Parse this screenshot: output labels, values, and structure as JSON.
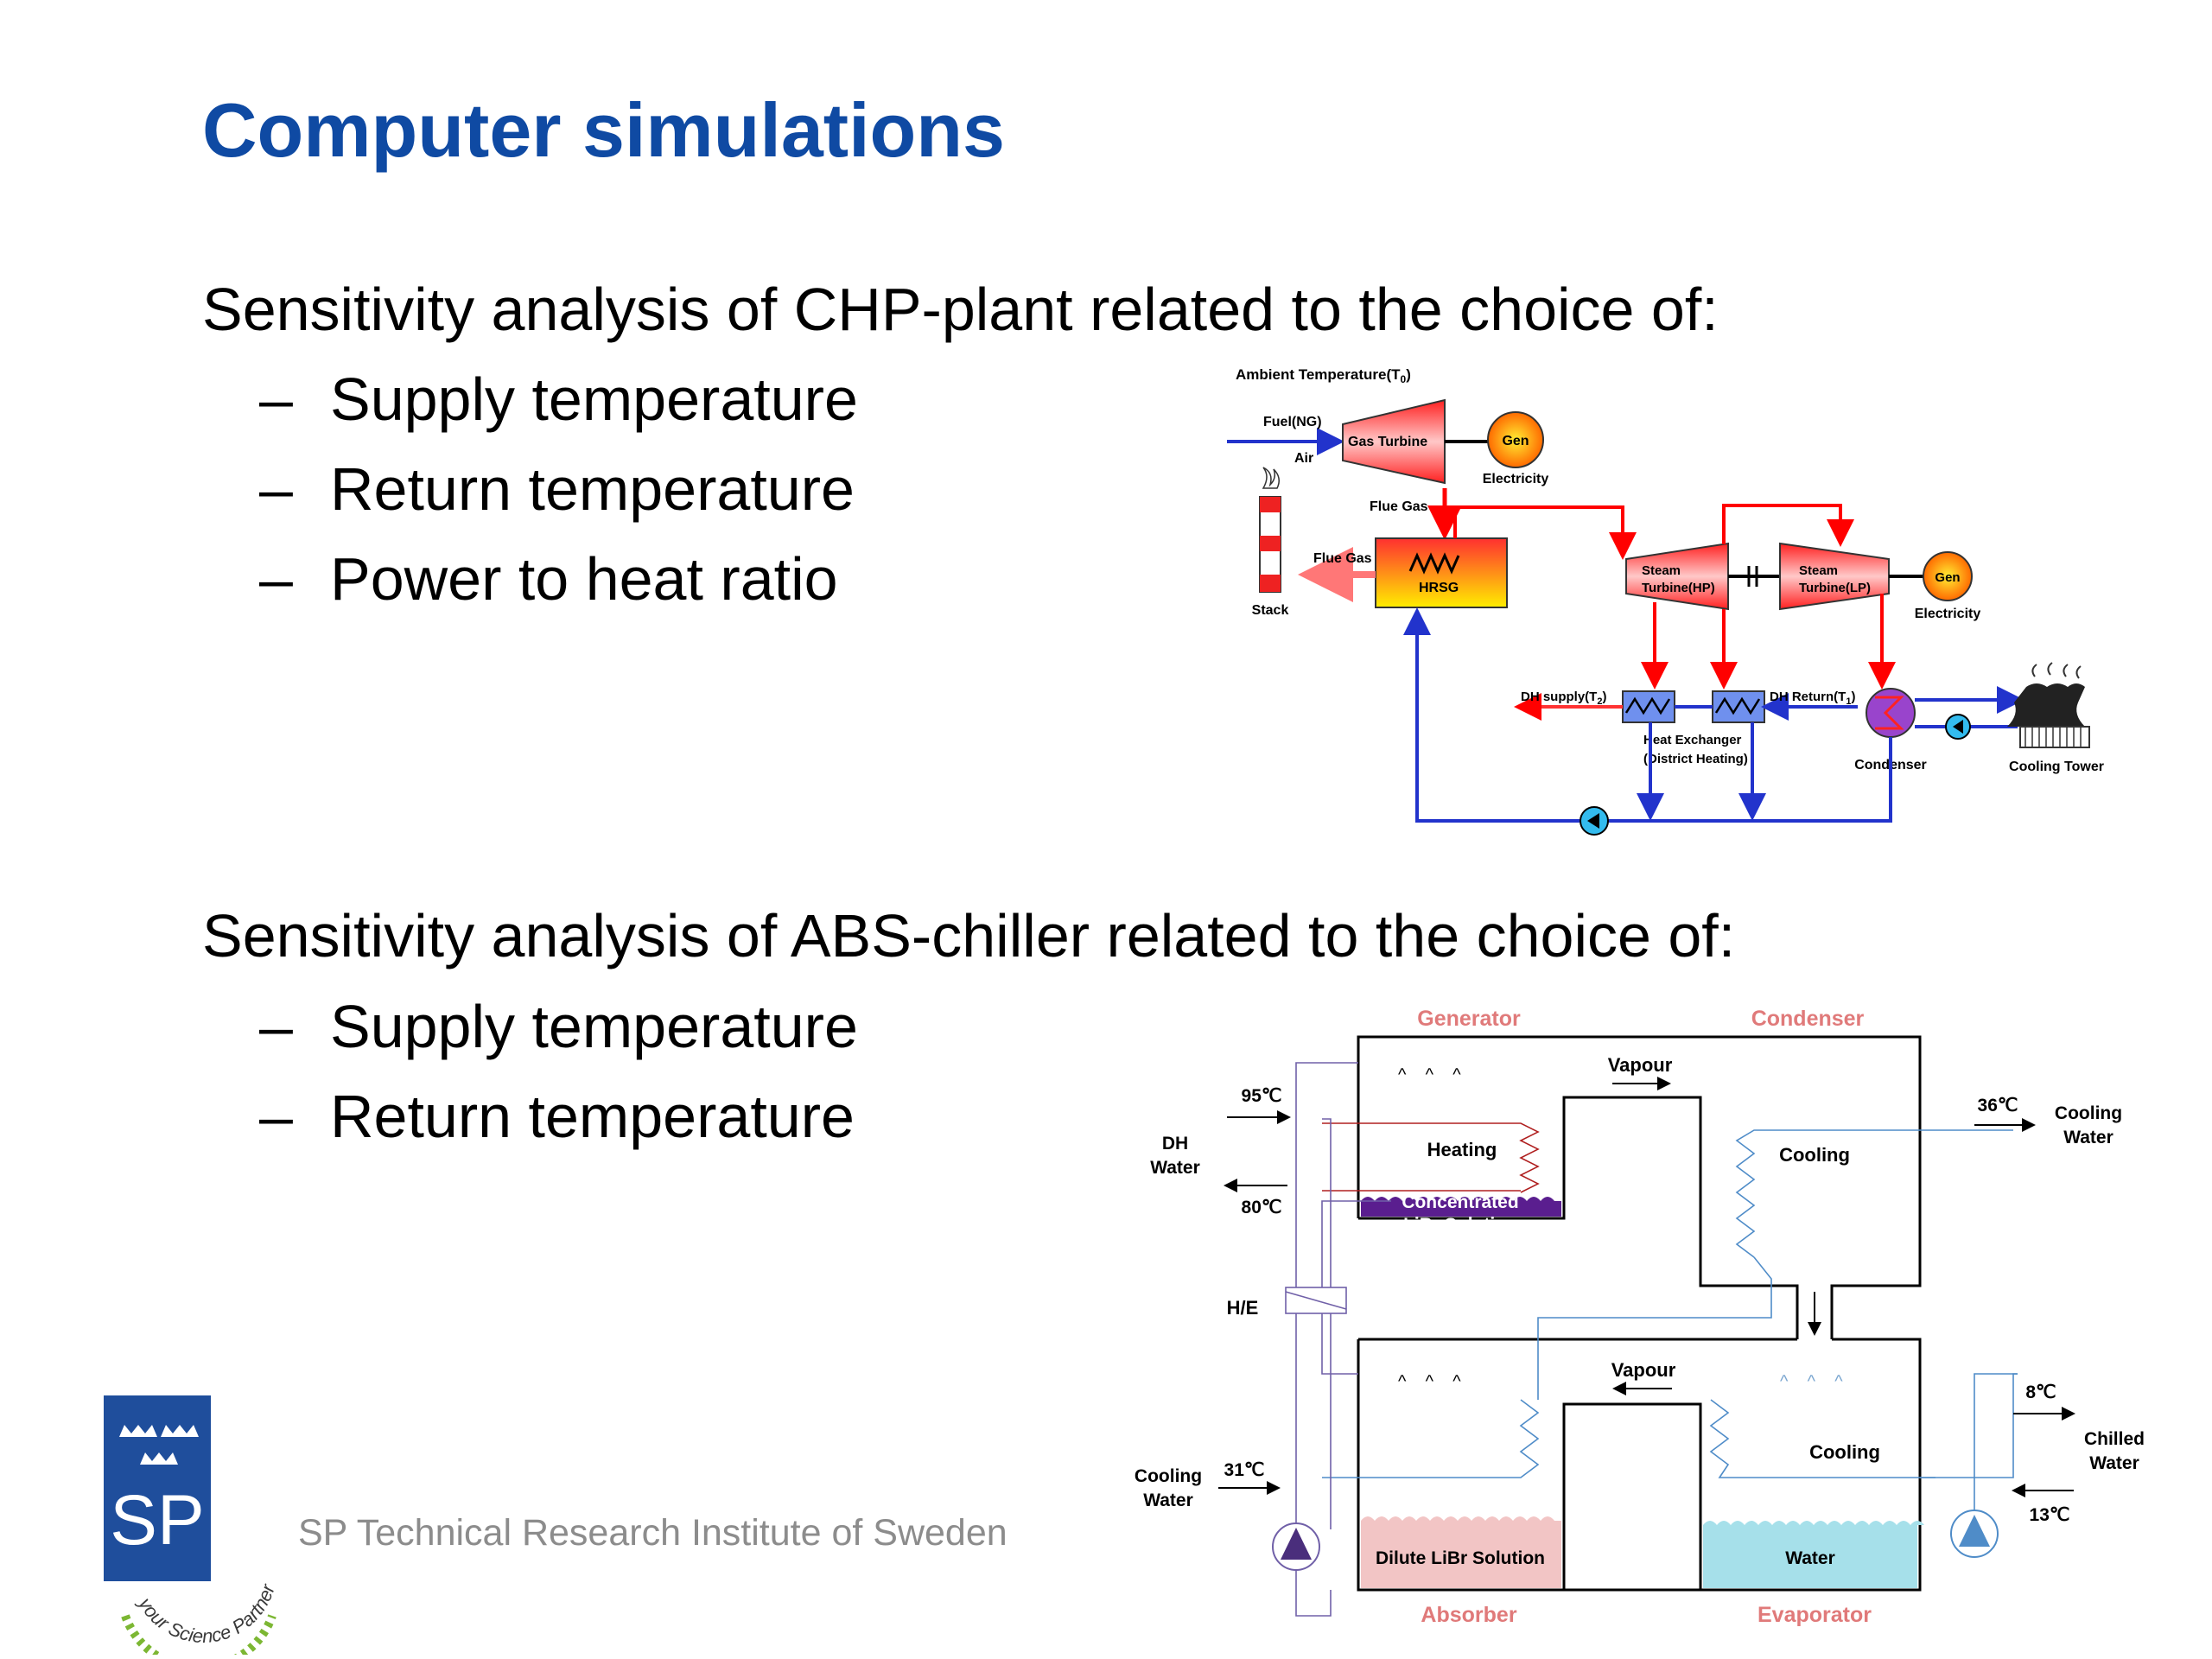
{
  "title": "Computer simulations",
  "chp": {
    "heading": "Sensitivity analysis of CHP-plant related to the choice of:",
    "items": [
      "Supply temperature",
      "Return temperature",
      "Power to heat ratio"
    ],
    "diagram": {
      "ambient": "Ambient Temperature(T",
      "ambient_sub": "0",
      "fuel": "Fuel(NG)",
      "air": "Air",
      "gas_turbine": "Gas Turbine",
      "gen": "Gen",
      "electricity": "Electricity",
      "flue_gas_top": "Flue Gas",
      "flue_gas_left": "Flue Gas",
      "hrsg": "HRSG",
      "stack": "Stack",
      "st_hp_1": "Steam",
      "st_hp_2": "Turbine(HP)",
      "st_lp_1": "Steam",
      "st_lp_2": "Turbine(LP)",
      "gen2": "Gen",
      "electricity2": "Electricity",
      "dh_supply": "DH supply(T",
      "dh_supply_sub": "2",
      "dh_return": "DH Return(T",
      "dh_return_sub": "1",
      "hx_1": "Heat Exchanger",
      "hx_2": "(District Heating)",
      "condenser": "Condenser",
      "cooling_tower": "Cooling Tower"
    }
  },
  "abs": {
    "heading": "Sensitivity analysis of ABS-chiller related to the choice of:",
    "items": [
      "Supply temperature",
      "Return temperature"
    ],
    "diagram": {
      "generator": "Generator",
      "condenser": "Condenser",
      "absorber": "Absorber",
      "evaporator": "Evaporator",
      "vapour_top": "Vapour",
      "vapour_bottom": "Vapour",
      "heating": "Heating",
      "cooling_cond": "Cooling",
      "cooling_evap": "Cooling",
      "conc_1": "Concentrated",
      "conc_2": "LiBr Solution",
      "dilute": "Dilute LiBr Solution",
      "water": "Water",
      "t95": "95℃",
      "t80": "80℃",
      "dh_1": "DH",
      "dh_2": "Water",
      "he": "H/E",
      "cw_left_1": "Cooling",
      "cw_left_2": "Water",
      "t31": "31℃",
      "t36": "36℃",
      "cw_right_1": "Cooling",
      "cw_right_2": "Water",
      "t8": "8℃",
      "t13": "13℃",
      "chilled_1": "Chilled",
      "chilled_2": "Water"
    }
  },
  "footer": "SP Technical Research Institute of Sweden",
  "logo": {
    "text": "SP",
    "tagline": "your Science Partner"
  },
  "colors": {
    "title": "#0f4aa3",
    "red": "#ff0000",
    "blue": "#2233cc",
    "footer": "#8c8c8c"
  }
}
